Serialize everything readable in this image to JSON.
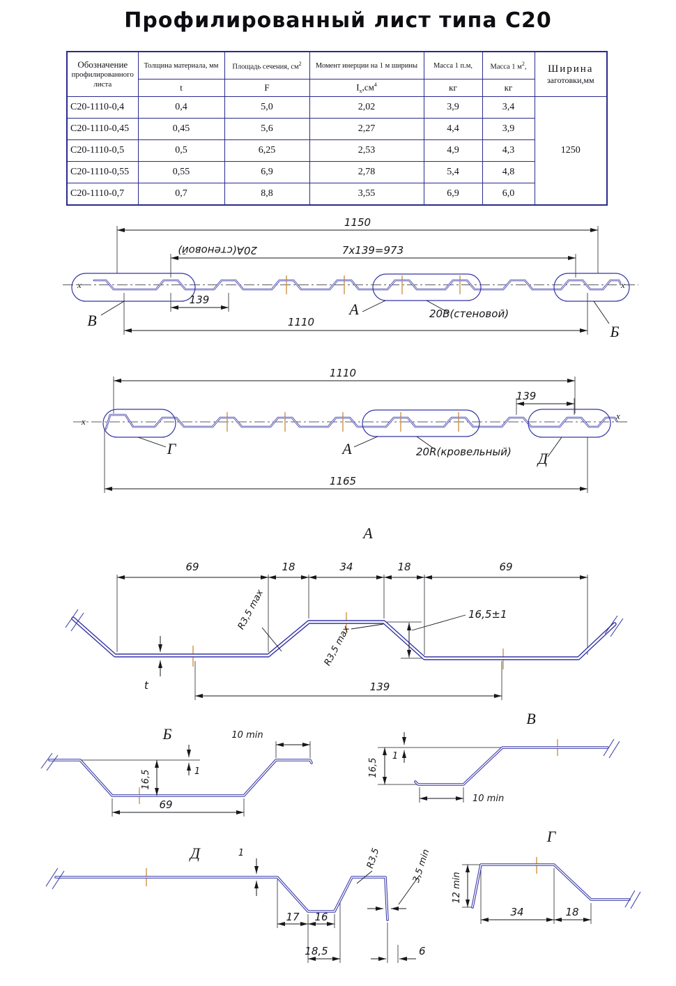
{
  "title": "Профилированный лист типа С20",
  "table": {
    "designation_header_line1": "Обозначение",
    "designation_header_rest": "профилированного\nлиста",
    "thickness_header": "Толщина материала, мм",
    "thickness_unit": "t",
    "area_header": "Площадь сечения, см",
    "area_sup": "2",
    "area_unit": "F",
    "inertia_header": "Момент инерции на 1 м ширины",
    "inertia_unit_base": "I",
    "inertia_unit_sub": "x",
    "inertia_unit_mid": ",см",
    "inertia_unit_sup": "4",
    "mass_lm_header": "Масса 1 п.м,",
    "mass_lm_unit": "кг",
    "mass_m2_header": "Масса 1 м",
    "mass_m2_sup": "2",
    "mass_m2_tail": ",",
    "mass_m2_unit": "кг",
    "width_header_line1": "Ширина",
    "width_header_line2": "заготовки,мм",
    "width_value": "1250",
    "rows": [
      {
        "name": "С20-1110-0,4",
        "t": "0,4",
        "f": "5,0",
        "i": "2,02",
        "mlm": "3,9",
        "mm2": "3,4"
      },
      {
        "name": "С20-1110-0,45",
        "t": "0,45",
        "f": "5,6",
        "i": "2,27",
        "mlm": "4,4",
        "mm2": "3,9"
      },
      {
        "name": "С20-1110-0,5",
        "t": "0,5",
        "f": "6,25",
        "i": "2,53",
        "mlm": "4,9",
        "mm2": "4,3"
      },
      {
        "name": "С20-1110-0,55",
        "t": "0,55",
        "f": "6,9",
        "i": "2,78",
        "mlm": "5,4",
        "mm2": "4,8"
      },
      {
        "name": "С20-1110-0,7",
        "t": "0,7",
        "f": "8,8",
        "i": "3,55",
        "mlm": "6,9",
        "mm2": "6,0"
      }
    ]
  },
  "wall": {
    "dim_overall": "1150",
    "label_flipped": "20А(стеновой)",
    "dim_pitch_total": "7x139=973",
    "dim_pitch": "139",
    "dim_working": "1110",
    "callout_v": "В",
    "callout_a": "А",
    "callout_b": "Б",
    "profile_name": "20В(стеновой)",
    "axis_left": "x",
    "axis_right": "x"
  },
  "roof": {
    "dim_working": "1110",
    "dim_pitch": "139",
    "callout_g": "Г",
    "callout_a": "А",
    "callout_d": "Д",
    "profile_name": "20R(кровельный)",
    "dim_overall": "1165",
    "axis_left": "x",
    "axis_right": "x"
  },
  "detail_a": {
    "title": "А",
    "dim_flat_left": "69",
    "dim_slope_left": "18",
    "dim_crest": "34",
    "dim_slope_right": "18",
    "dim_flat_right": "69",
    "radius_upper": "R3,5 max",
    "radius_lower": "R3,5 max",
    "dim_height": "16,5±1",
    "dim_pitch": "139",
    "dim_thickness": "t"
  },
  "detail_b": {
    "title": "Б",
    "dim_edge_flat": "10 min",
    "dim_height": "16,5",
    "dim_offset": "1",
    "dim_flat": "69"
  },
  "detail_v": {
    "title": "В",
    "dim_height": "16,5",
    "dim_offset": "1",
    "dim_edge_flat": "10 min"
  },
  "detail_d": {
    "title": "Д",
    "dim_offset": "1",
    "dim_slope": "17",
    "dim_bottom": "16",
    "dim_edge": "18,5",
    "radius": "R3,5",
    "dim_lip_gap": "3,5 min",
    "dim_lip": "6"
  },
  "detail_g": {
    "title": "Г",
    "dim_crest": "34",
    "dim_slope": "18",
    "dim_lip_height": "12 min"
  }
}
